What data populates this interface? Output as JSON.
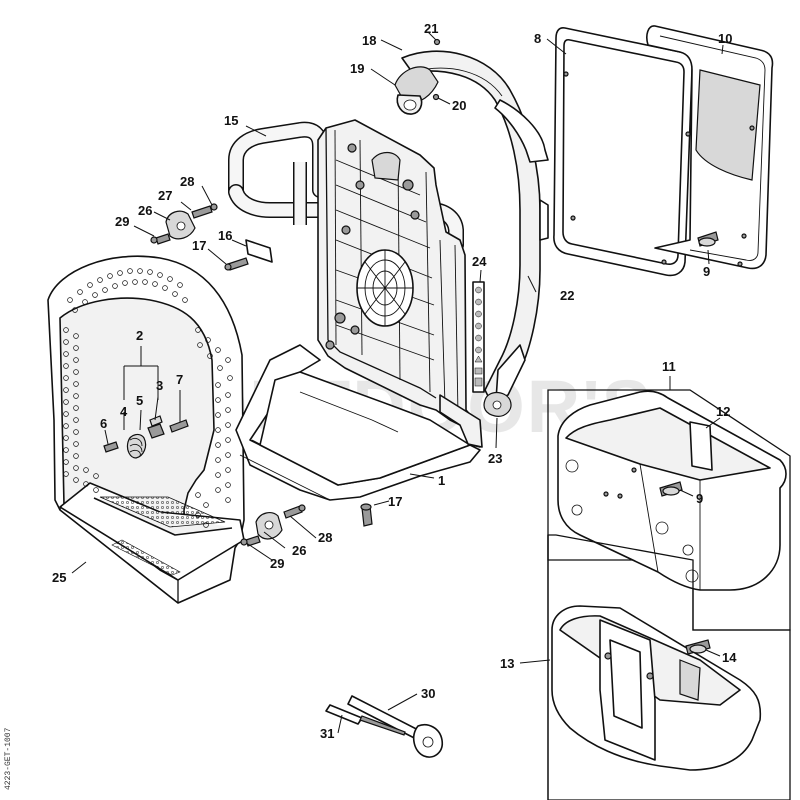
{
  "watermark": "OUTDOOR'S",
  "doc_code": "4223-GET-1007",
  "callouts": {
    "c1": "1",
    "c2": "2",
    "c3": "3",
    "c4": "4",
    "c5": "5",
    "c6": "6",
    "c7": "7",
    "c8": "8",
    "c9a": "9",
    "c9b": "9",
    "c10": "10",
    "c11": "11",
    "c12": "12",
    "c13": "13",
    "c14": "14",
    "c15": "15",
    "c16": "16",
    "c17a": "17",
    "c17b": "17",
    "c18": "18",
    "c19": "19",
    "c20": "20",
    "c21": "21",
    "c22": "22",
    "c23": "23",
    "c24": "24",
    "c25": "25",
    "c26a": "26",
    "c26b": "26",
    "c27": "27",
    "c28a": "28",
    "c28b": "28",
    "c29a": "29",
    "c29b": "29",
    "c30": "30",
    "c31": "31"
  }
}
